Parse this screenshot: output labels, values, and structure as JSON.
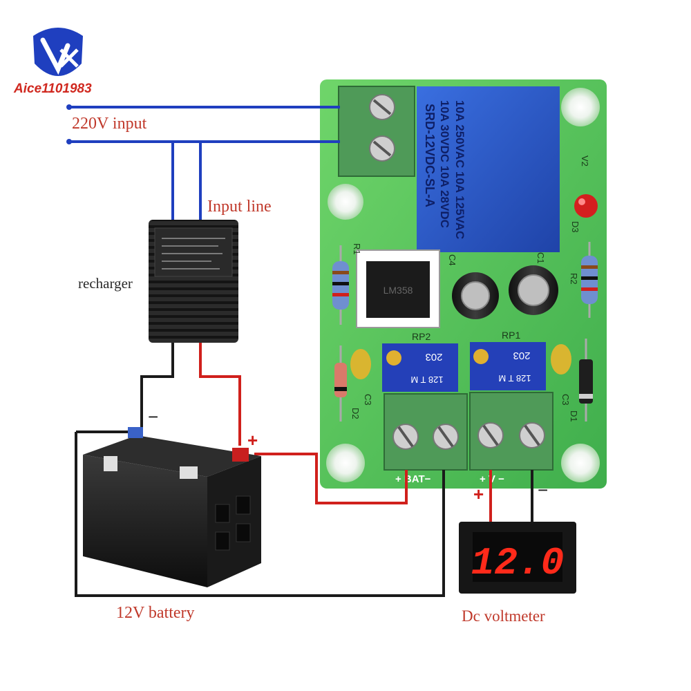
{
  "brand": {
    "name": "Aice1101983",
    "colors": {
      "logo_blue": "#1f3fbf",
      "logo_red": "#d0281f"
    }
  },
  "labels": {
    "input_220v": "220V input",
    "input_line": "Input line",
    "recharger": "recharger",
    "battery": "12V battery",
    "voltmeter": "Dc voltmeter"
  },
  "polarity": {
    "battery_minus": "−",
    "battery_plus": "+",
    "volt_plus": "+",
    "volt_minus": "−"
  },
  "board": {
    "relay_lines": [
      "10A 250VAC 10A 125VAC",
      "10A 30VDC 10A 28VDC",
      "SRD-12VDC-SL-A"
    ],
    "ic_text": "LM358",
    "pot_left": {
      "name": "RP2",
      "code": "203",
      "sub": "128 T M"
    },
    "pot_right": {
      "name": "RP1",
      "code": "203",
      "sub": "128 T M"
    },
    "terminal_bat": "+ BAT−",
    "terminal_v": "+ V −",
    "ref_labels": [
      "C4",
      "C1",
      "R1",
      "R2",
      "D3",
      "V2",
      "C3",
      "C3",
      "D2",
      "D1"
    ]
  },
  "voltmeter": {
    "reading": "12.0"
  },
  "colors": {
    "wire_blue": "#1f3fbf",
    "wire_red": "#d0201c",
    "wire_black": "#1a1a1a",
    "pcb": "#58c55a",
    "relay": "#2f5cc6",
    "terminal": "#4f9a58",
    "display_digits": "#ff2a1a"
  }
}
